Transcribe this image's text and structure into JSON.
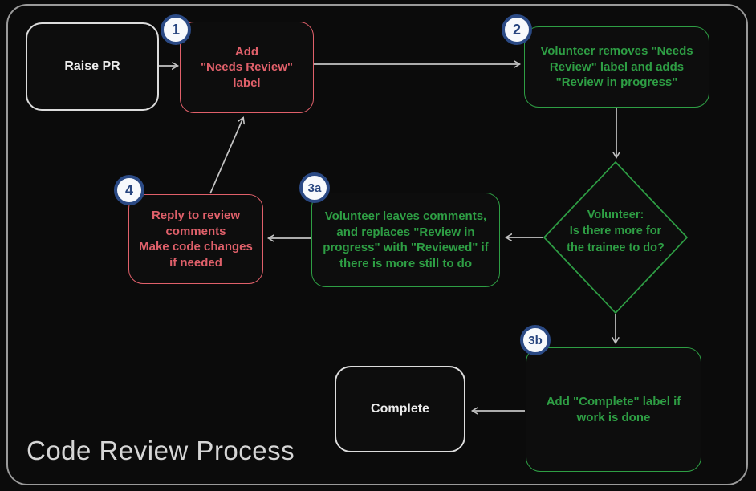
{
  "diagram": {
    "title": "Code Review Process",
    "nodes": {
      "raise_pr": {
        "label": "Raise PR"
      },
      "step1": {
        "badge": "1",
        "label": "Add\n\"Needs Review\"\nlabel"
      },
      "step2": {
        "badge": "2",
        "label": "Volunteer removes \"Needs\nReview\" label and adds\n\"Review in progress\""
      },
      "decision": {
        "label": "Volunteer:\nIs there more for\nthe trainee to do?"
      },
      "step3a": {
        "badge": "3a",
        "label": "Volunteer leaves comments,\nand replaces \"Review in\nprogress\" with \"Reviewed\" if\nthere is more still to do"
      },
      "step4": {
        "badge": "4",
        "label": "Reply to review\ncomments\nMake code changes\nif needed"
      },
      "step3b": {
        "badge": "3b",
        "label": "Add \"Complete\" label if\nwork is done"
      },
      "complete": {
        "label": "Complete"
      }
    },
    "colors": {
      "background": "#0b0b0b",
      "frame_gray": "#9a9a9a",
      "red_accent": "#e0606a",
      "green_accent": "#2e9e44",
      "badge_border_blue": "#2b4a85",
      "badge_text_blue": "#27457f",
      "arrow_gray": "#c4c4c4",
      "white_node": "#ececec",
      "title_gray": "#d6d6d6"
    }
  }
}
